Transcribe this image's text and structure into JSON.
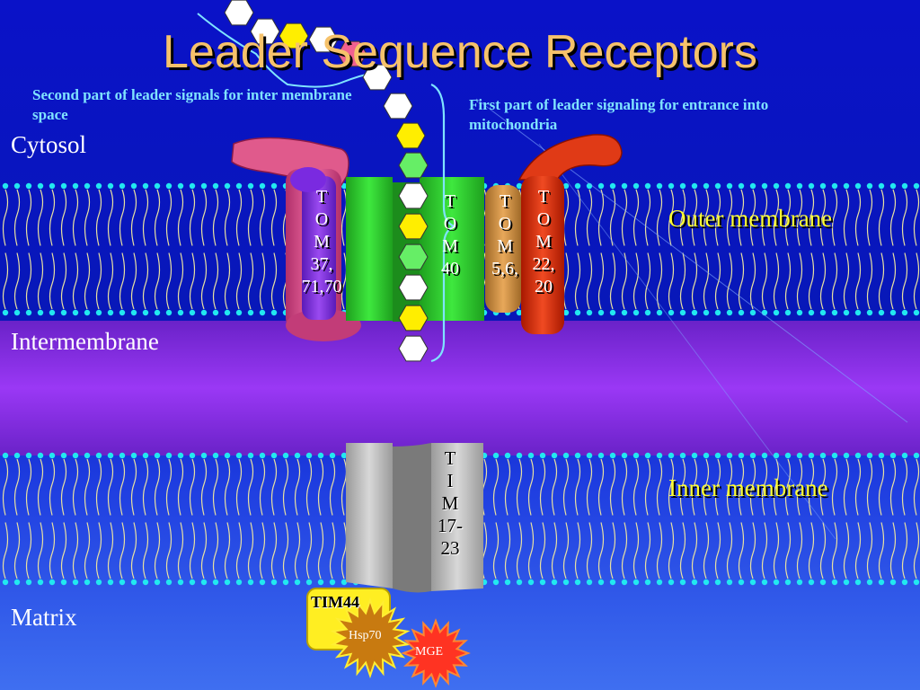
{
  "slide": {
    "title": "Leader Sequence Receptors",
    "annotation_left": "Second part of leader signals for inter membrane space",
    "annotation_right": "First part of leader signaling for entrance into mitochondria"
  },
  "regions": {
    "cytosol": "Cytosol",
    "intermembrane": "Intermembrane",
    "matrix": "Matrix"
  },
  "membranes": {
    "outer": "Outer membrane",
    "inner": "Inner membrane"
  },
  "proteins": {
    "tom37": "T\nO\nM\n37,\n71,70",
    "tom40": "T\nO\nM\n40",
    "tom56": "T\nO\nM\n5,6,",
    "tom22": "T\nO\nM\n22,\n20",
    "tim1723": "T\nI\nM\n17-\n23",
    "tim44": "TIM44",
    "hsp70": "Hsp70",
    "mge": "MGE"
  },
  "colors": {
    "title": "#f6c26b",
    "annotation": "#7fe3ff",
    "membrane_label": "#ffff33",
    "intermembrane_space": "#9a38f5",
    "channel_green": "#2ed02e",
    "hex_yellow": "#ffee00",
    "hex_green": "#66ee66",
    "hex_white": "#ffffff"
  },
  "icons": [
    "phospholipid-bilayer",
    "leader-sequence-hexagon-chain",
    "brace",
    "starburst"
  ]
}
